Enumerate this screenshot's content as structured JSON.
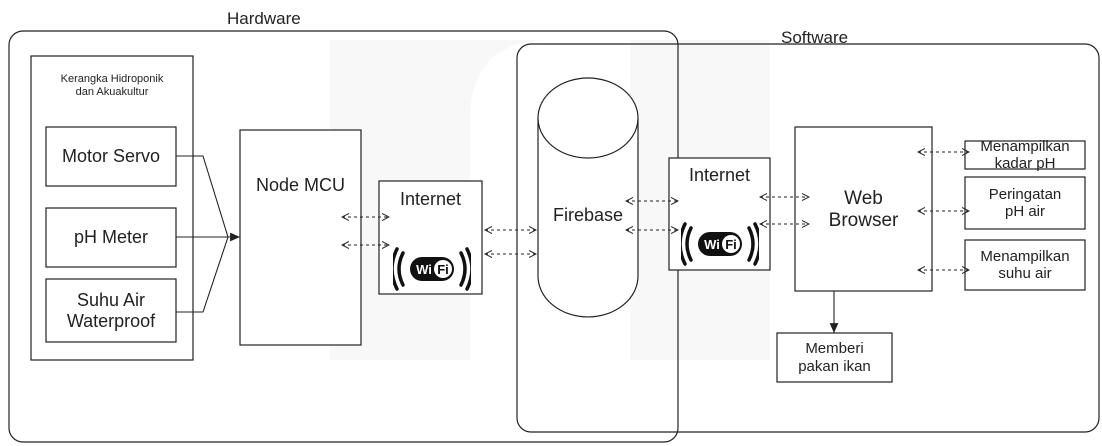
{
  "hardware": {
    "title": "Hardware",
    "frame": {
      "title_line1": "Kerangka Hidroponik",
      "title_line2": "dan Akuakultur"
    },
    "sensors": [
      {
        "label_line1": "Motor Servo",
        "label_line2": ""
      },
      {
        "label_line1": "pH Meter",
        "label_line2": ""
      },
      {
        "label_line1": "Suhu Air",
        "label_line2": "Waterproof"
      }
    ],
    "controller": {
      "label": "Node MCU"
    },
    "internet": {
      "label": "Internet",
      "wifi_badge": "WiFi"
    }
  },
  "database": {
    "label": "Firebase"
  },
  "software": {
    "title": "Software",
    "internet": {
      "label": "Internet",
      "wifi_badge": "WiFi"
    },
    "browser": {
      "label_line1": "Web",
      "label_line2": "Browser"
    },
    "outputs": [
      {
        "label_line1": "Menampilkan",
        "label_line2": "kadar pH"
      },
      {
        "label_line1": "Peringatan",
        "label_line2": "pH air"
      },
      {
        "label_line1": "Menampilkan",
        "label_line2": "suhu air"
      }
    ],
    "feeder": {
      "label_line1": "Memberi",
      "label_line2": "pakan ikan"
    }
  },
  "colors": {
    "line": "#222222",
    "watermark": "#eeeeee"
  },
  "icons": {
    "wifi": "wifi-icon"
  }
}
